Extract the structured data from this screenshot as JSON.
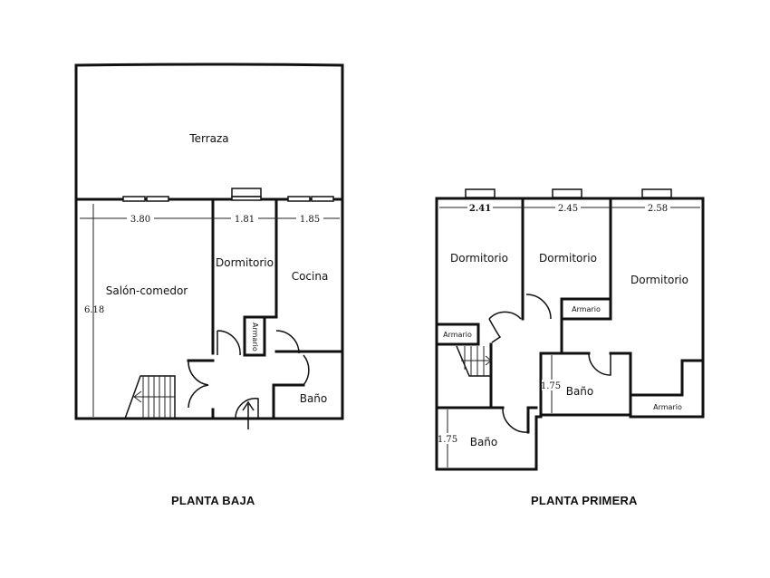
{
  "plans": {
    "ground_floor": {
      "caption": "PLANTA BAJA",
      "rooms": {
        "terrace": "Terraza",
        "living_dining": "Salón-comedor",
        "bedroom": "Dormitorio",
        "kitchen": "Cocina",
        "bathroom": "Baño",
        "closet": "Armario"
      },
      "dimensions": {
        "living_width": "3.80",
        "bedroom_width": "1.81",
        "kitchen_width": "1.85",
        "depth": "6.18"
      }
    },
    "first_floor": {
      "caption": "PLANTA PRIMERA",
      "rooms": {
        "bedroom_1": "Dormitorio",
        "bedroom_2": "Dormitorio",
        "bedroom_3": "Dormitorio",
        "closet_1": "Armario",
        "closet_2": "Armario",
        "closet_3": "Armario",
        "bathroom_1": "Baño",
        "bathroom_2": "Baño"
      },
      "dimensions": {
        "bedroom_1_width": "2.41",
        "bedroom_2_width": "2.45",
        "bedroom_3_width": "2.58",
        "bathroom_1_depth": "1.75",
        "bathroom_2_depth": "1.75"
      }
    }
  },
  "colors": {
    "line": "#111111",
    "background": "#ffffff"
  }
}
